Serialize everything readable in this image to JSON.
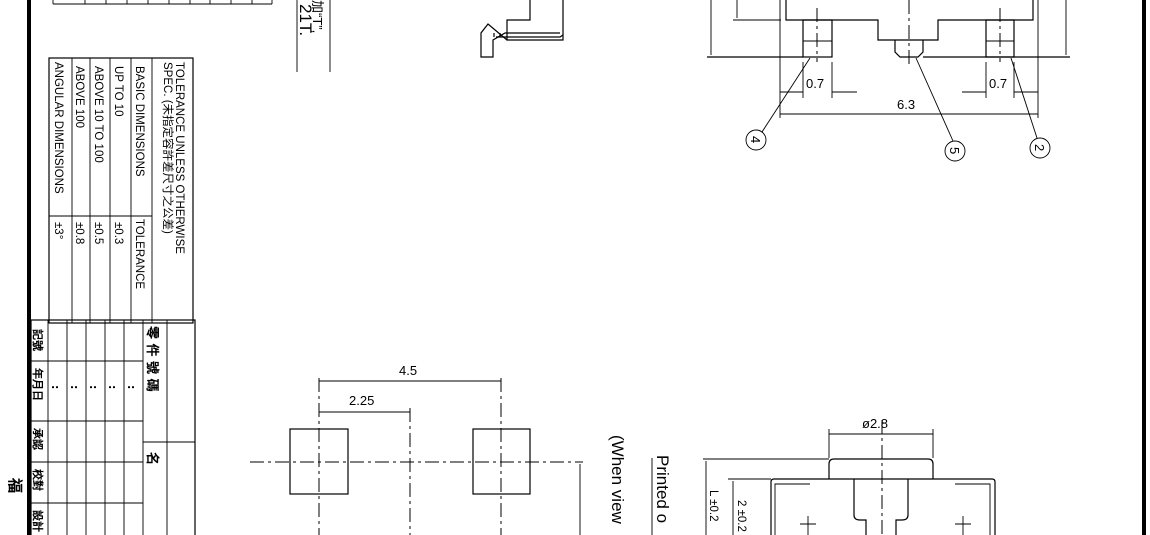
{
  "notes": {
    "note_line_1": "加“T”,",
    "note_line_2": "21T.",
    "printed_note": "Printed o",
    "view_note": "(When view"
  },
  "tolerance_table": {
    "title_line_1": "TOLERANCE UNLESS OTHERWISE",
    "title_line_2": "SPEC. (未指定容許差尺寸之公差)",
    "header": {
      "label": "BASIC DIMENSIONS",
      "value": "TOLERANCE"
    },
    "rows": [
      {
        "label": "UP TO 10",
        "value": "±0.3"
      },
      {
        "label": "ABOVE 10 TO 100",
        "value": "±0.5"
      },
      {
        "label": "ABOVE 100",
        "value": "±0.8"
      },
      {
        "label": "ANGULAR DIMENSIONS",
        "value": "±3°"
      }
    ]
  },
  "title_block": {
    "part_number_label": "零 件 號 碼",
    "name_label": "名",
    "row_labels": [
      "記號",
      "年月日",
      "承認",
      "校對",
      "設計"
    ],
    "date_separator": ":",
    "company_char": "福"
  },
  "dimensions": {
    "bottom_view": {
      "pad_width_left": "0.7",
      "pad_width_right": "0.7",
      "overall_width": "6.3"
    },
    "balloons": [
      "4",
      "5",
      "2"
    ],
    "footprint": {
      "pitch": "4.5",
      "half_pitch": "2.25"
    },
    "front_view": {
      "knob_diameter": "ø2.8",
      "height_L": "L ±0.2",
      "body_height": "2 ±0.2"
    }
  }
}
